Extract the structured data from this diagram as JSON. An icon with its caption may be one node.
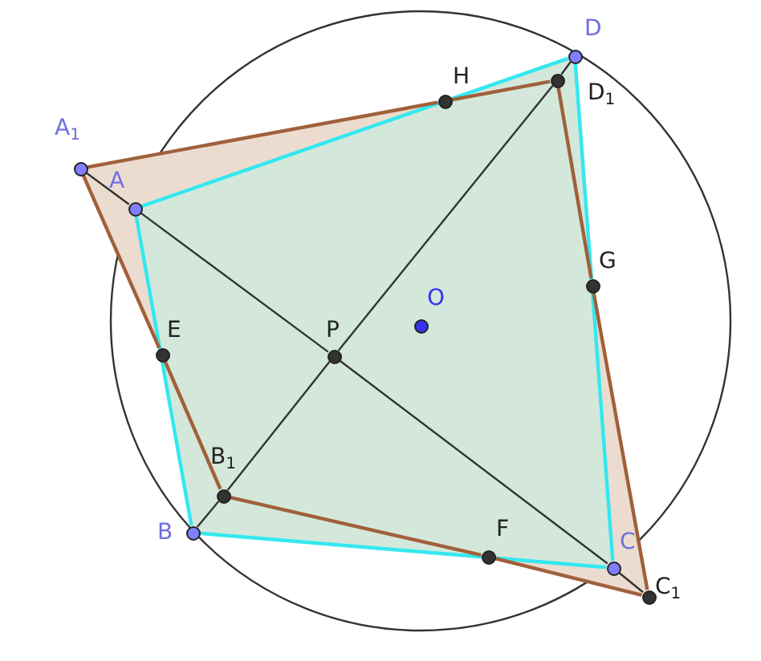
{
  "diagram": {
    "nodes": [
      {
        "text": [
          "D"
        ]
      },
      {
        "text": [
          "H"
        ]
      },
      {
        "text": [
          "D$_{1}$"
        ]
      },
      {
        "text": [
          "A$_{1}$"
        ]
      },
      {
        "text": [
          "A"
        ]
      },
      {
        "text": [
          "G"
        ]
      },
      {
        "text": [
          "O"
        ]
      },
      {
        "text": [
          "E"
        ]
      },
      {
        "text": [
          "P"
        ]
      },
      {
        "text": [
          "B$_{1}$"
        ]
      },
      {
        "text": [
          "B"
        ]
      },
      {
        "text": [
          "F"
        ]
      },
      {
        "text": [
          "C"
        ]
      },
      {
        "text": [
          "C$_{1}$"
        ]
      }
    ],
    "edges": [
      {
        "from": 4,
        "to": 10,
        "arrow": "none",
        "color": "#33e8f0"
      },
      {
        "from": 10,
        "to": 12,
        "arrow": "none",
        "color": "#33e8f0"
      },
      {
        "from": 12,
        "to": 0,
        "arrow": "none",
        "color": "#33e8f0"
      },
      {
        "from": 0,
        "to": 4,
        "arrow": "none",
        "color": "#33e8f0"
      },
      {
        "from": 3,
        "to": 7,
        "arrow": "none",
        "color": "#a0603a"
      },
      {
        "from": 7,
        "to": 9,
        "arrow": "none",
        "color": "#a0603a"
      },
      {
        "from": 9,
        "to": 11,
        "arrow": "none",
        "color": "#a0603a"
      },
      {
        "from": 11,
        "to": 13,
        "arrow": "none",
        "color": "#a0603a"
      },
      {
        "from": 13,
        "to": 5,
        "arrow": "none",
        "color": "#a0603a"
      },
      {
        "from": 5,
        "to": 2,
        "arrow": "none",
        "color": "#a0603a"
      },
      {
        "from": 2,
        "to": 1,
        "arrow": "none",
        "color": "#a0603a"
      },
      {
        "from": 1,
        "to": 3,
        "arrow": "none",
        "color": "#a0603a"
      },
      {
        "from": 3,
        "to": 4,
        "arrow": "none",
        "color": "#333333"
      },
      {
        "from": 4,
        "to": 8,
        "arrow": "none",
        "color": "#333333"
      },
      {
        "from": 8,
        "to": 12,
        "arrow": "none",
        "color": "#333333"
      },
      {
        "from": 12,
        "to": 13,
        "arrow": "none",
        "color": "#333333"
      },
      {
        "from": 10,
        "to": 9,
        "arrow": "none",
        "color": "#333333"
      },
      {
        "from": 9,
        "to": 8,
        "arrow": "none",
        "color": "#333333"
      },
      {
        "from": 8,
        "to": 2,
        "arrow": "none",
        "color": "#333333"
      },
      {
        "from": 2,
        "to": 0,
        "arrow": "none",
        "color": "#333333"
      }
    ]
  }
}
